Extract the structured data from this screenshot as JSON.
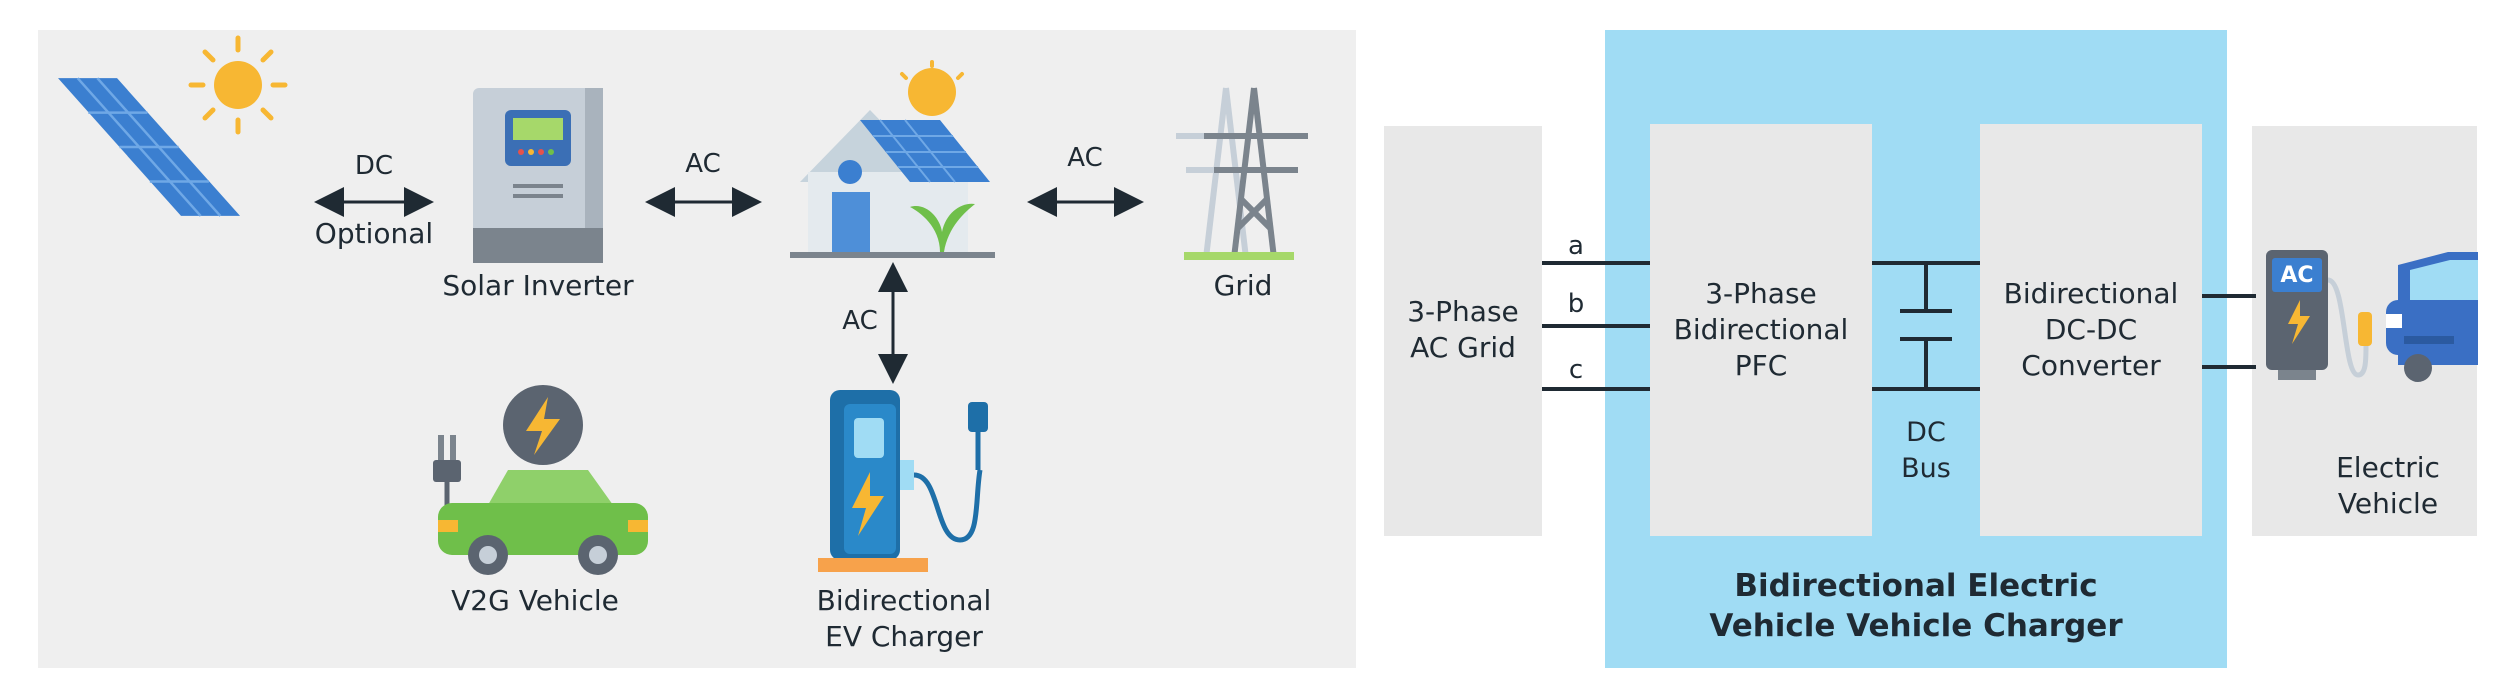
{
  "left_diagram": {
    "dc_label": "DC",
    "optional_label": "Optional",
    "solar_inverter_label": "Solar Inverter",
    "ac_label_1": "AC",
    "ac_label_2": "AC",
    "ac_label_3": "AC",
    "grid_label": "Grid",
    "v2g_label": "V2G Vehicle",
    "charger_label_line1": "Bidirectional",
    "charger_label_line2": "EV Charger"
  },
  "right_diagram": {
    "grid_line1": "3-Phase",
    "grid_line2": "AC Grid",
    "phase_a": "a",
    "phase_b": "b",
    "phase_c": "c",
    "pfc_line1": "3-Phase",
    "pfc_line2": "Bidirectional",
    "pfc_line3": "PFC",
    "dcbus_line1": "DC",
    "dcbus_line2": "Bus",
    "dcdc_line1": "Bidirectional",
    "dcdc_line2": "DC-DC",
    "dcdc_line3": "Converter",
    "ev_line1": "Electric",
    "ev_line2": "Vehicle",
    "charger_title_line1": "Bidirectional Electric",
    "charger_title_line2": "Vehicle Vehicle Charger",
    "ac_station_text": "AC"
  },
  "colors": {
    "left_bg": "#efefef",
    "charger_bg": "#a0dcf4",
    "block_bg": "#e8e8e8",
    "solar_blue": "#3b7fd0",
    "sun_yellow": "#f7b733",
    "car_green": "#6fbf4a",
    "charger_blue": "#2a89c9",
    "ev_blue": "#3a6fc4"
  },
  "icons": [
    "solar-panel-icon",
    "sun-icon",
    "inverter-icon",
    "house-icon",
    "pylon-icon",
    "v2g-car-icon",
    "ev-charger-icon",
    "charging-station-icon",
    "electric-car-icon"
  ]
}
